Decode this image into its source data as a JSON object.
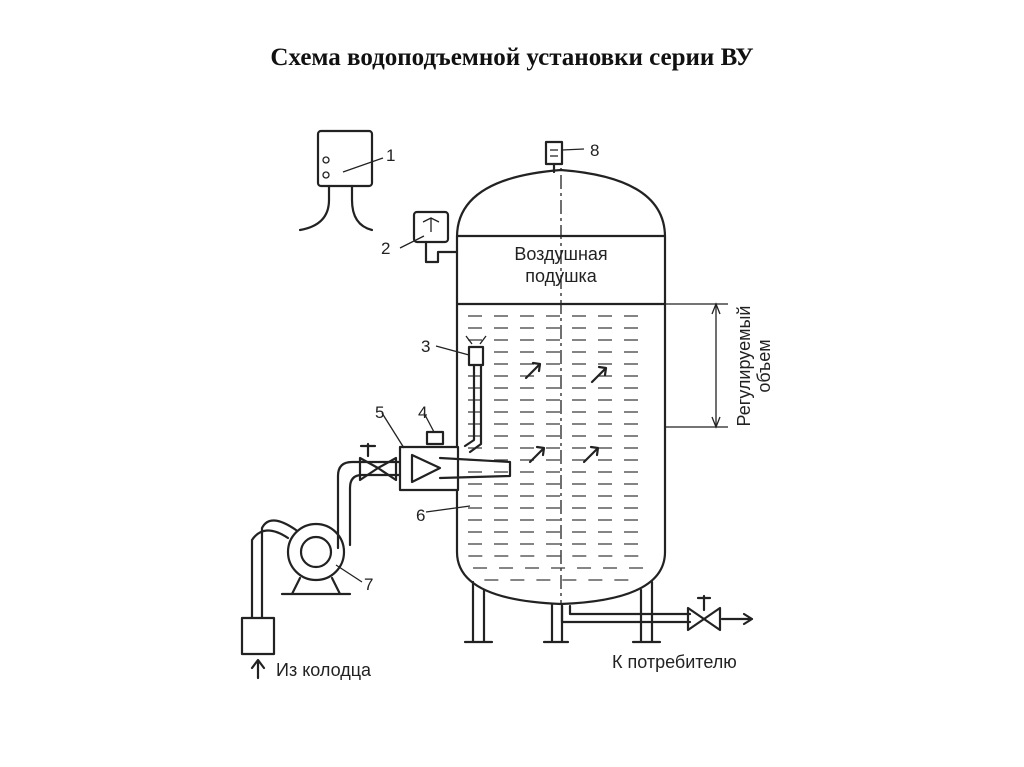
{
  "title": "Схема водоподъемной установки серии ВУ",
  "labels": {
    "n1": "1",
    "n2": "2",
    "n3": "3",
    "n4": "4",
    "n5": "5",
    "n6": "6",
    "n7": "7",
    "n8": "8",
    "air_line1": "Воздушная",
    "air_line2": "подушка",
    "reg_line1": "Регулируемый",
    "reg_line2": "объем",
    "from_well": "Из колодца",
    "to_consumer": "К потребителю"
  }
}
